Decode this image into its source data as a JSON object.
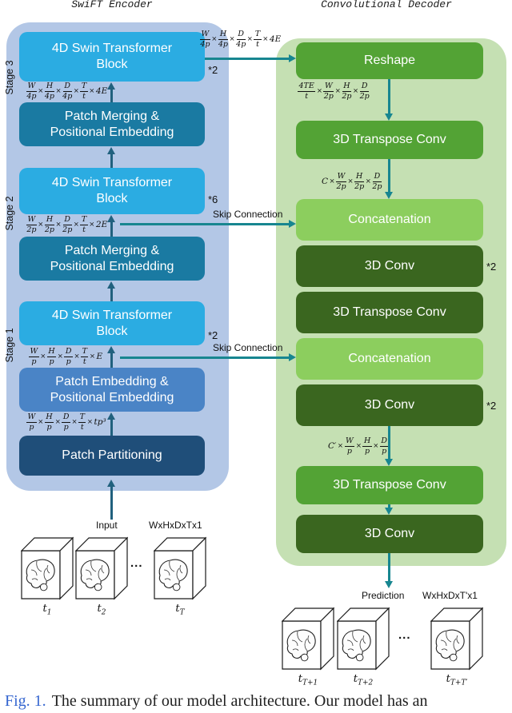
{
  "titles": {
    "encoder": "SwiFT Encoder",
    "decoder": "Convolutional Decoder"
  },
  "encoder": {
    "stages": [
      "Stage 3",
      "Stage 2",
      "Stage 1"
    ],
    "boxes": [
      "4D Swin Transformer\nBlock",
      "Patch Merging &\nPositional Embedding",
      "4D Swin Transformer\nBlock",
      "Patch Merging &\nPositional Embedding",
      "4D Swin Transformer\nBlock",
      "Patch Embedding &\nPositional Embedding",
      "Patch Partitioning"
    ],
    "multipliers": [
      "*2",
      "*6",
      "*2"
    ]
  },
  "decoder": {
    "boxes": [
      "Reshape",
      "3D Transpose Conv",
      "Concatenation",
      "3D Conv",
      "3D Transpose Conv",
      "Concatenation",
      "3D Conv",
      "3D Transpose Conv",
      "3D Conv"
    ],
    "multipliers": [
      "*2",
      "*2"
    ]
  },
  "annotations": {
    "enc_out": [
      {
        "n": "W",
        "d": "4p"
      },
      {
        "n": "H",
        "d": "4p"
      },
      {
        "n": "D",
        "d": "4p"
      },
      {
        "n": "T",
        "d": "t"
      },
      {
        "t": "4E"
      }
    ],
    "enc_32": [
      {
        "n": "W",
        "d": "4p"
      },
      {
        "n": "H",
        "d": "4p"
      },
      {
        "n": "D",
        "d": "4p"
      },
      {
        "n": "T",
        "d": "t"
      },
      {
        "t": "4E"
      }
    ],
    "enc_21": [
      {
        "n": "W",
        "d": "2p"
      },
      {
        "n": "H",
        "d": "2p"
      },
      {
        "n": "D",
        "d": "2p"
      },
      {
        "n": "T",
        "d": "t"
      },
      {
        "t": "2E"
      }
    ],
    "enc_10": [
      {
        "n": "W",
        "d": "p"
      },
      {
        "n": "H",
        "d": "p"
      },
      {
        "n": "D",
        "d": "p"
      },
      {
        "n": "T",
        "d": "t"
      },
      {
        "t": "E"
      }
    ],
    "enc_patch": [
      {
        "n": "W",
        "d": "p"
      },
      {
        "n": "H",
        "d": "p"
      },
      {
        "n": "D",
        "d": "p"
      },
      {
        "n": "T",
        "d": "t"
      },
      {
        "t": "tp³"
      }
    ],
    "dec_reshape": [
      {
        "n": "4TE",
        "d": "t"
      },
      {
        "n": "W",
        "d": "2p"
      },
      {
        "n": "H",
        "d": "2p"
      },
      {
        "n": "D",
        "d": "2p"
      }
    ],
    "dec_concat": [
      {
        "t": "C"
      },
      {
        "n": "W",
        "d": "2p"
      },
      {
        "n": "H",
        "d": "2p"
      },
      {
        "n": "D",
        "d": "2p"
      }
    ],
    "dec_final": [
      {
        "t": "C′"
      },
      {
        "n": "W",
        "d": "p"
      },
      {
        "n": "H",
        "d": "p"
      },
      {
        "n": "D",
        "d": "p"
      }
    ]
  },
  "labels": {
    "skip_connection": "Skip Connection",
    "input": "Input",
    "input_dims": "WxHxDxTx1",
    "prediction": "Prediction",
    "prediction_dims": "WxHxDxT'x1",
    "dots": "..."
  },
  "cubes": {
    "left": [
      {
        "base": "t",
        "sub": "1"
      },
      {
        "base": "t",
        "sub": "2"
      },
      {
        "base": "t",
        "sub": "T"
      }
    ],
    "right": [
      {
        "base": "t",
        "sub": "T+1"
      },
      {
        "base": "t",
        "sub": "T+2"
      },
      {
        "base": "t",
        "sub": "T+T′"
      }
    ]
  },
  "caption": {
    "fig": "Fig. 1.",
    "text": "The summary of our model architecture. Our model has an"
  },
  "colors": {
    "encoder_panel": "#B3C7E6",
    "decoder_panel": "#C5E0B3",
    "swin_block": "#2BACE2",
    "patch_merge": "#1A7AA2",
    "patch_embed": "#4A84C6",
    "patch_partition": "#1F4E79",
    "green_medium": "#53A335",
    "green_bright": "#8CCE5E",
    "green_dark": "#3A661F",
    "arrow_blue": "#21617E",
    "arrow_teal": "#178690",
    "caption_fig_blue": "#3566D0"
  }
}
